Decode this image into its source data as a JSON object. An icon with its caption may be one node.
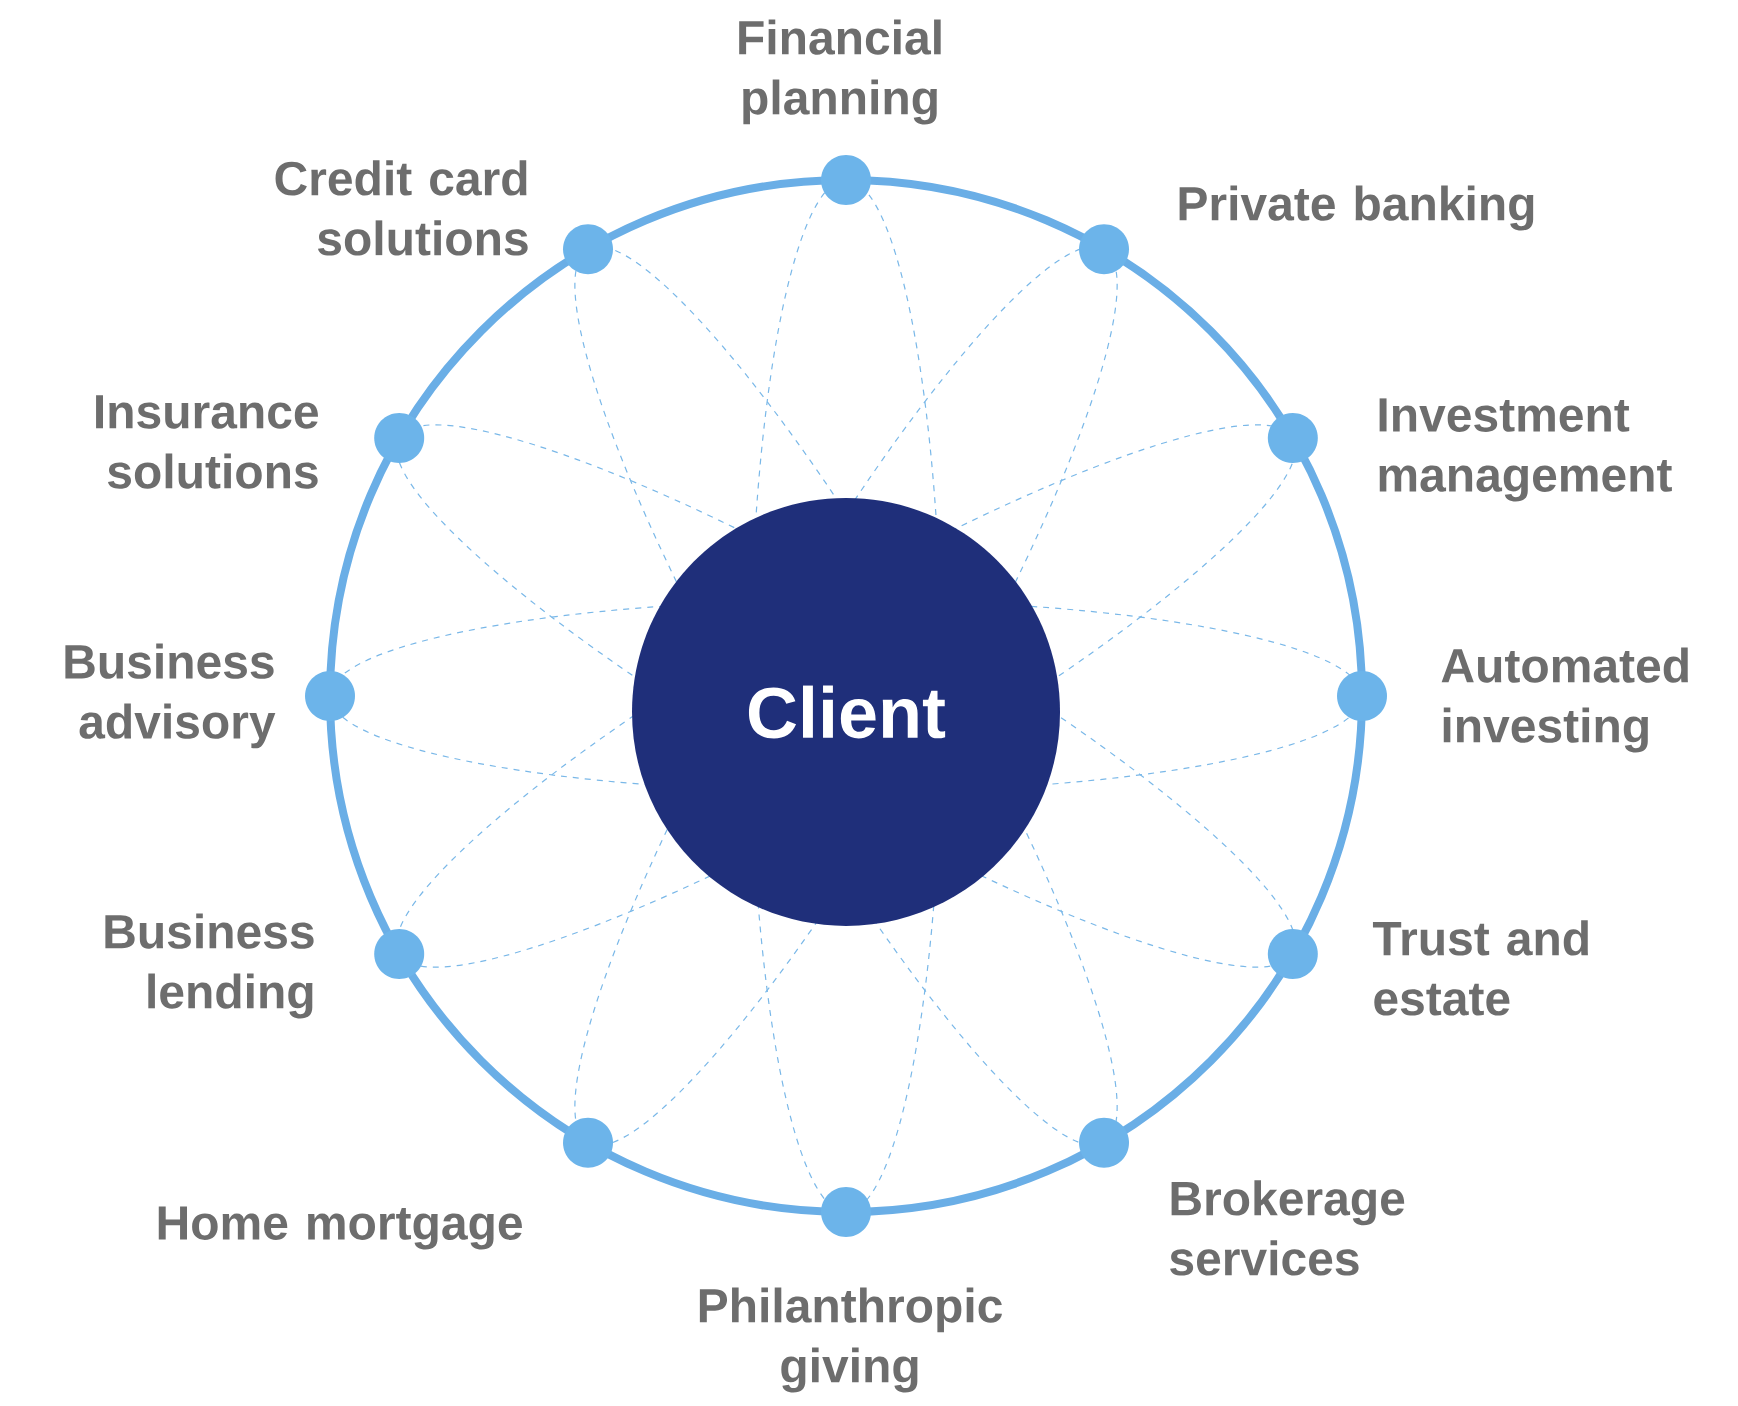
{
  "diagram": {
    "nodes": [
      {
        "text": [
          "Client"
        ]
      },
      {
        "text": [],
        "shape": "circle",
        "beside": [
          "Financial planning"
        ]
      },
      {
        "text": [],
        "shape": "circle",
        "beside": [
          "Private banking"
        ]
      },
      {
        "text": [],
        "shape": "circle",
        "beside": [
          "Investment management"
        ]
      },
      {
        "text": [],
        "shape": "circle",
        "beside": [
          "Automated investing"
        ]
      },
      {
        "text": [],
        "shape": "circle",
        "beside": [
          "Trust and estate"
        ]
      },
      {
        "text": [],
        "shape": "circle",
        "beside": [
          "Brokerage services"
        ]
      },
      {
        "text": [],
        "shape": "circle",
        "beside": [
          "Philanthropic giving"
        ]
      },
      {
        "text": [],
        "shape": "circle",
        "beside": [
          "Home mortgage"
        ]
      },
      {
        "text": [],
        "shape": "circle",
        "beside": [
          "Business lending"
        ]
      },
      {
        "text": [],
        "shape": "circle",
        "beside": [
          "Business advisory"
        ]
      },
      {
        "text": [],
        "shape": "circle",
        "beside": [
          "Insurance solutions"
        ]
      },
      {
        "text": [],
        "shape": "circle",
        "beside": [
          "Credit card solutions"
        ]
      }
    ]
  }
}
